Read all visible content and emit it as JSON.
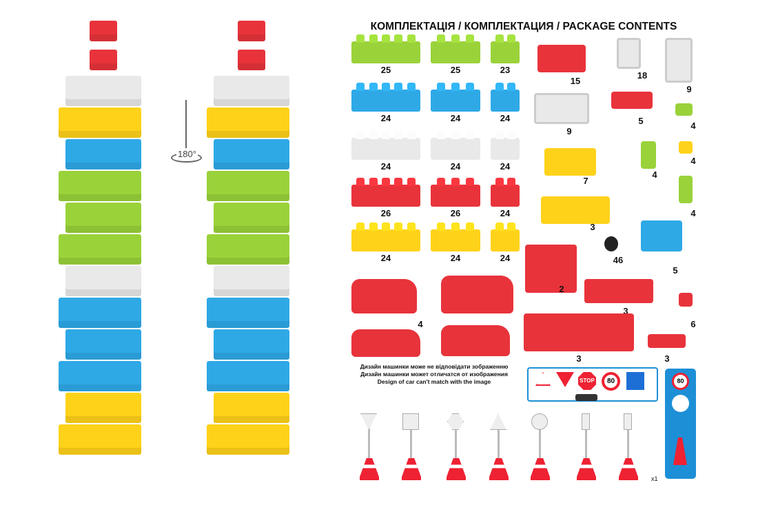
{
  "title": "КОМПЛЕКТАЦІЯ / КОМПЛЕКТАЦИЯ / PACKAGE CONTENTS",
  "rotation_label": "180°",
  "colors": {
    "green": "#9ad23a",
    "blue": "#2ea9e6",
    "white": "#e9e9e9",
    "red": "#e8333b",
    "yellow": "#ffd21a",
    "orange": "#ffc21a"
  },
  "bricks": [
    {
      "color": "green",
      "counts": [
        "25",
        "25",
        "23"
      ]
    },
    {
      "color": "blue",
      "counts": [
        "24",
        "24",
        "24"
      ]
    },
    {
      "color": "white",
      "counts": [
        "24",
        "24",
        "24"
      ]
    },
    {
      "color": "red",
      "counts": [
        "26",
        "26",
        "24"
      ]
    },
    {
      "color": "yellow",
      "counts": [
        "24",
        "24",
        "24"
      ]
    }
  ],
  "parts": [
    {
      "name": "roof",
      "count": "15"
    },
    {
      "name": "window",
      "count": "18"
    },
    {
      "name": "door",
      "count": "9"
    },
    {
      "name": "fence",
      "count": "9"
    },
    {
      "name": "awning",
      "count": "5"
    },
    {
      "name": "green-cap",
      "count": "4"
    },
    {
      "name": "long-yellow-brick-6",
      "count": "7"
    },
    {
      "name": "green-funnel",
      "count": "4"
    },
    {
      "name": "yellow-cup",
      "count": "4"
    },
    {
      "name": "long-yellow-brick-8",
      "count": "3"
    },
    {
      "name": "green-bottle",
      "count": "4"
    },
    {
      "name": "wheel",
      "count": "46"
    },
    {
      "name": "blue-base",
      "count": "5"
    },
    {
      "name": "locomotive-front",
      "count": "2"
    },
    {
      "name": "wing",
      "count": "3"
    },
    {
      "name": "propeller",
      "count": "6"
    },
    {
      "name": "cars",
      "count": "4"
    },
    {
      "name": "airplane",
      "count": "3"
    },
    {
      "name": "tail",
      "count": "3"
    }
  ],
  "car_note": [
    "Дизайн машинки може не відповідати зображенню",
    "Дизайн машинки может отличатся от изображения",
    "Design of car can't match with the image"
  ],
  "signs": {
    "stop": "STOP",
    "speed": "80",
    "speed2": "80",
    "count": "x1"
  }
}
